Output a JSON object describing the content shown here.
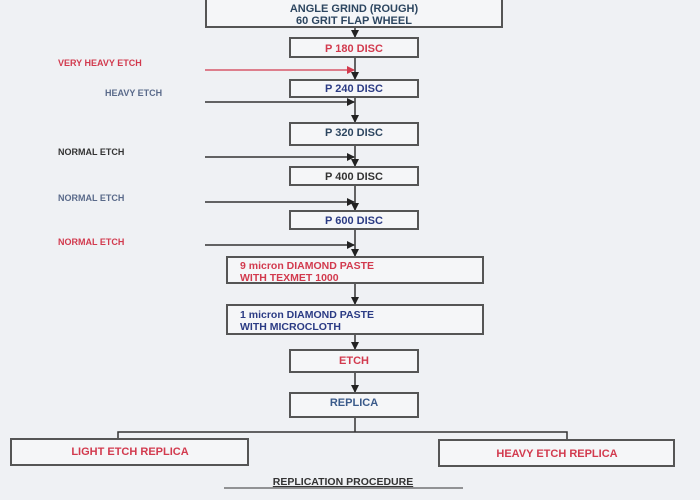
{
  "colors": {
    "red": "#d23a4e",
    "blue": "#2b3b84",
    "dark": "#333333",
    "gray_blue": "#5a6a8a"
  },
  "steps": {
    "angle_grind_line1": "ANGLE GRIND (ROUGH)",
    "angle_grind_line2": "60 GRIT FLAP WHEEL",
    "p180": "P 180 DISC",
    "p240": "P 240 DISC",
    "p320": "P 320 DISC",
    "p400": "P 400 DISC",
    "p600": "P 600 DISC",
    "nine_micron_line1": "9 micron DIAMOND PASTE",
    "nine_micron_line2": "WITH TEXMET 1000",
    "one_micron_line1": "1 micron DIAMOND PASTE",
    "one_micron_line2": "WITH  MICROCLOTH",
    "etch": "ETCH",
    "replica": "REPLICA",
    "light_etch_replica": "LIGHT ETCH REPLICA",
    "heavy_etch_replica": "HEAVY ETCH REPLICA"
  },
  "etch_entries": [
    "VERY HEAVY ETCH",
    "HEAVY ETCH",
    "NORMAL ETCH",
    "NORMAL ETCH",
    "NORMAL ETCH"
  ],
  "title": "REPLICATION PROCEDURE"
}
